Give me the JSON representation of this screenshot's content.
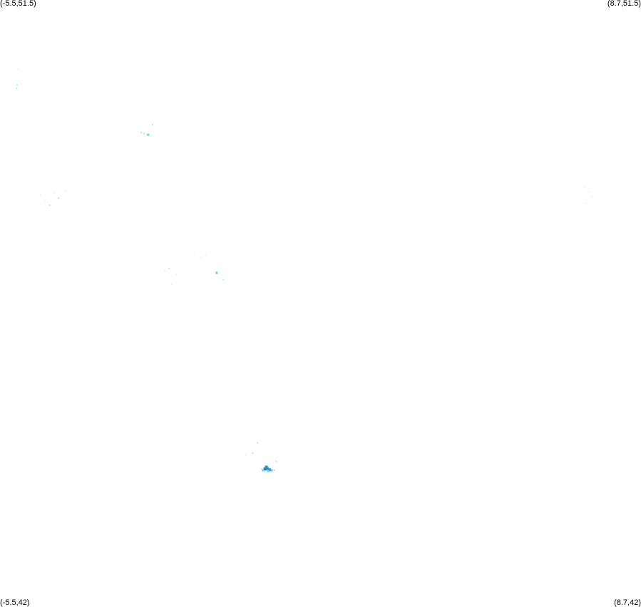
{
  "corner_labels": {
    "top_left": "(-5.5,51.5)",
    "top_right": "(8.7,51.5)",
    "bottom_left": "(-5.5,42)",
    "bottom_right": "(8.7,42)"
  },
  "map_bounds": {
    "lon_min": -5.5,
    "lon_max": 8.7,
    "lat_min": 42,
    "lat_max": 51.5
  },
  "colors": {
    "background": "#ffffff",
    "faint": "#e6f8fb",
    "light": "#a8eef8",
    "medium": "#5fd0f0",
    "strong": "#2a93d8",
    "dark": "#1f6fc0"
  },
  "points": [
    {
      "lon": -5.12,
      "lat": 50.17,
      "level": "light"
    },
    {
      "lon": -5.13,
      "lat": 50.12,
      "level": "light"
    },
    {
      "lon": -5.09,
      "lat": 50.42,
      "level": "faint"
    },
    {
      "lon": -2.37,
      "lat": 49.42,
      "level": "light"
    },
    {
      "lon": -2.31,
      "lat": 49.41,
      "level": "light"
    },
    {
      "lon": -2.22,
      "lat": 49.39,
      "level": "medium"
    },
    {
      "lon": -2.12,
      "lat": 49.55,
      "level": "light"
    },
    {
      "lon": -4.5,
      "lat": 48.35,
      "level": "faint"
    },
    {
      "lon": -4.4,
      "lat": 48.29,
      "level": "light"
    },
    {
      "lon": -4.3,
      "lat": 48.47,
      "level": "faint"
    },
    {
      "lon": -4.2,
      "lat": 48.4,
      "level": "light"
    },
    {
      "lon": -4.05,
      "lat": 48.52,
      "level": "faint"
    },
    {
      "lon": -4.6,
      "lat": 48.45,
      "level": "faint"
    },
    {
      "lon": -1.6,
      "lat": 47.21,
      "level": "faint"
    },
    {
      "lon": -1.75,
      "lat": 47.3,
      "level": "light"
    },
    {
      "lon": -1.85,
      "lat": 47.26,
      "level": "faint"
    },
    {
      "lon": -0.95,
      "lat": 47.5,
      "level": "faint"
    },
    {
      "lon": -1.2,
      "lat": 47.55,
      "level": "faint"
    },
    {
      "lon": -1.7,
      "lat": 47.05,
      "level": "faint"
    },
    {
      "lon": -0.7,
      "lat": 47.23,
      "level": "medium"
    },
    {
      "lon": -0.55,
      "lat": 47.12,
      "level": "light"
    },
    {
      "lon": -1.05,
      "lat": 47.46,
      "level": "faint"
    },
    {
      "lon": 0.2,
      "lat": 44.57,
      "level": "light"
    },
    {
      "lon": 0.1,
      "lat": 44.41,
      "level": "light"
    },
    {
      "lon": -0.05,
      "lat": 44.38,
      "level": "faint"
    },
    {
      "lon": 0.45,
      "lat": 44.24,
      "level": "faint"
    },
    {
      "lon": 0.62,
      "lat": 44.28,
      "level": "light"
    },
    {
      "lon": 0.3,
      "lat": 44.16,
      "level": "light"
    },
    {
      "lon": 0.42,
      "lat": 44.17,
      "level": "strong"
    },
    {
      "lon": 0.37,
      "lat": 44.16,
      "level": "dark"
    },
    {
      "lon": 0.47,
      "lat": 44.15,
      "level": "strong"
    },
    {
      "lon": 0.52,
      "lat": 44.14,
      "level": "medium"
    },
    {
      "lon": 0.58,
      "lat": 44.14,
      "level": "light"
    },
    {
      "lon": 0.33,
      "lat": 44.14,
      "level": "medium"
    },
    {
      "lon": 0.4,
      "lat": 44.19,
      "level": "strong"
    },
    {
      "lon": 0.44,
      "lat": 44.13,
      "level": "medium"
    },
    {
      "lon": 0.35,
      "lat": 44.12,
      "level": "light"
    },
    {
      "lon": 7.45,
      "lat": 48.58,
      "level": "faint"
    },
    {
      "lon": 7.55,
      "lat": 48.5,
      "level": "faint"
    },
    {
      "lon": 7.48,
      "lat": 48.32,
      "level": "faint"
    },
    {
      "lon": 7.6,
      "lat": 48.42,
      "level": "faint"
    }
  ]
}
